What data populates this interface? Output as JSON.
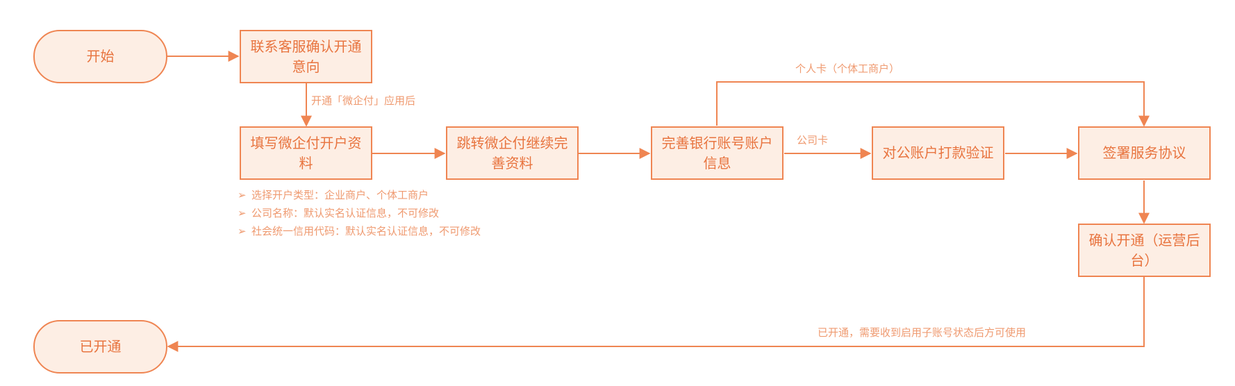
{
  "colors": {
    "stroke": "#ef8552",
    "fill": "#fdeee4",
    "text": "#e8743f",
    "label": "#ef9a70"
  },
  "nodes": {
    "start": "开始",
    "contact": "联系客服确认开通意向",
    "fill_info": "填写微企付开户资料",
    "jump": "跳转微企付继续完善资料",
    "bank": "完善银行账号账户信息",
    "verify": "对公账户打款验证",
    "sign": "签署服务协议",
    "confirm": "确认开通（运营后台）",
    "end": "已开通"
  },
  "edge_labels": {
    "after_open": "开通「微企付」应用后",
    "personal_card": "个人卡（个体工商户）",
    "company_card": "公司卡",
    "opened_note": "已开通，需要收到启用子账号状态后方可使用"
  },
  "notes": {
    "bullet": "➢",
    "items": [
      "选择开户类型：企业商户、个体工商户",
      "公司名称：默认实名认证信息，不可修改",
      "社会统一信用代码：默认实名认证信息，不可修改"
    ]
  }
}
